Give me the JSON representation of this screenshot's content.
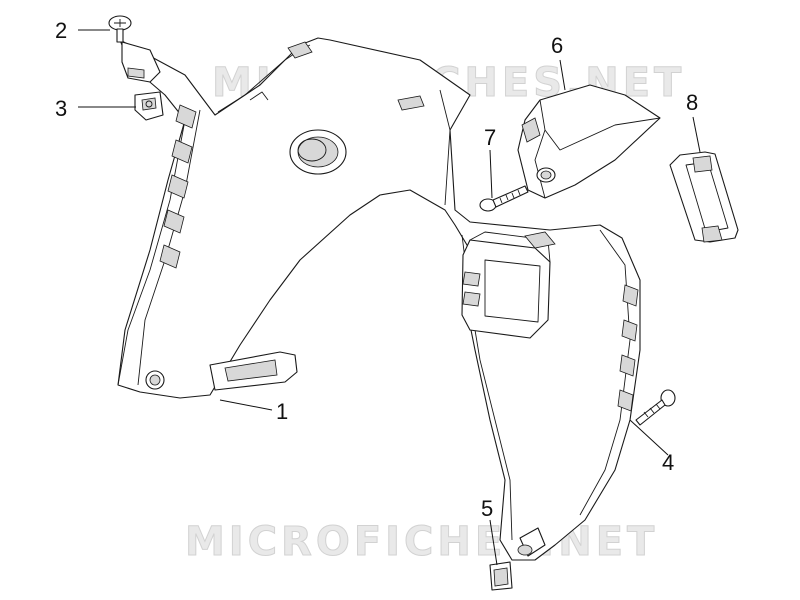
{
  "watermark": {
    "top": "MICROFICHES.NET",
    "bottom": "MICROFICHES.NET"
  },
  "callouts": [
    {
      "label": "1",
      "part": "inner-shield-left"
    },
    {
      "label": "2",
      "part": "screw-top"
    },
    {
      "label": "3",
      "part": "clip-nut"
    },
    {
      "label": "4",
      "part": "screw-right"
    },
    {
      "label": "5",
      "part": "clip-bottom"
    },
    {
      "label": "6",
      "part": "cover-bracket"
    },
    {
      "label": "7",
      "part": "screw-small"
    },
    {
      "label": "8",
      "part": "frame-ring"
    }
  ]
}
